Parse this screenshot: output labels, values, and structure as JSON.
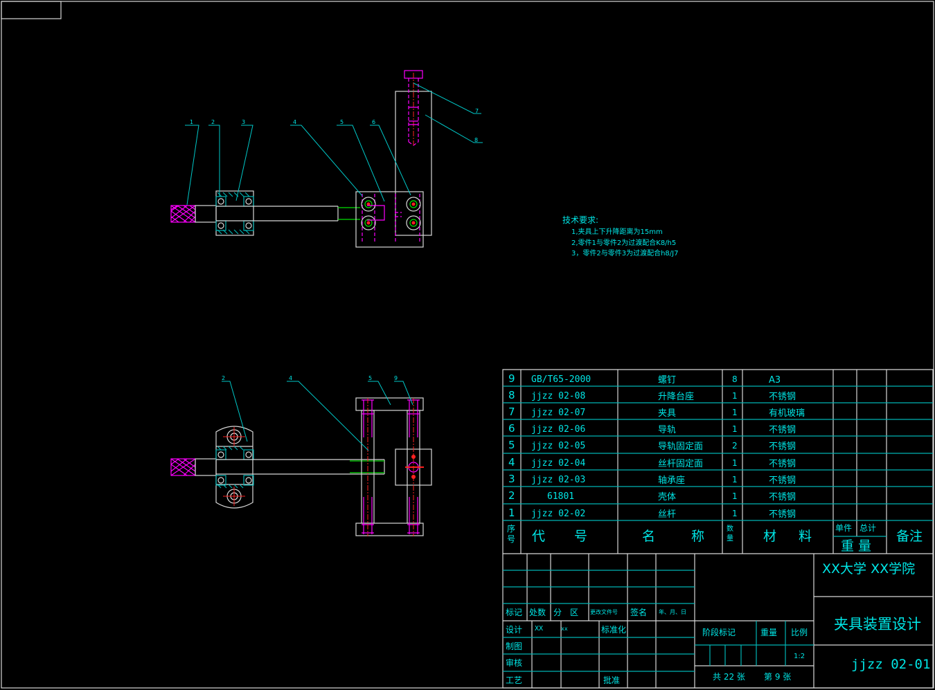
{
  "tech_requirements": {
    "title": "技术要求:",
    "items": [
      "1,夹具上下升降距离为15mm",
      "2,零件1与零件2为过渡配合K8/h5",
      "3，零件2与零件3为过渡配合h8/J7"
    ]
  },
  "balloons_top": [
    "1",
    "2",
    "3",
    "4",
    "5",
    "6",
    "7",
    "8"
  ],
  "balloons_bottom": [
    "2",
    "4",
    "5",
    "9"
  ],
  "parts_list": {
    "rows": [
      {
        "no": "9",
        "code": "GB/T65-2000",
        "name": "螺钉",
        "qty": "8",
        "material": "A3"
      },
      {
        "no": "8",
        "code": "jjzz 02-08",
        "name": "升降台座",
        "qty": "1",
        "material": "不锈钢"
      },
      {
        "no": "7",
        "code": "jjzz 02-07",
        "name": "夹具",
        "qty": "1",
        "material": "有机玻璃"
      },
      {
        "no": "6",
        "code": "jjzz 02-06",
        "name": "导轨",
        "qty": "1",
        "material": "不锈钢"
      },
      {
        "no": "5",
        "code": "jjzz 02-05",
        "name": "导轨固定面",
        "qty": "2",
        "material": "不锈钢"
      },
      {
        "no": "4",
        "code": "jjzz 02-04",
        "name": "丝杆固定面",
        "qty": "1",
        "material": "不锈钢"
      },
      {
        "no": "3",
        "code": "jjzz 02-03",
        "name": "轴承座",
        "qty": "1",
        "material": "不锈钢"
      },
      {
        "no": "2",
        "code": "61801",
        "name": "壳体",
        "qty": "1",
        "material": "不锈钢"
      },
      {
        "no": "1",
        "code": "jjzz 02-02",
        "name": "丝杆",
        "qty": "1",
        "material": "不锈钢"
      }
    ],
    "header": {
      "no_1": "序",
      "no_2": "号",
      "code": "代　　号",
      "name": "名　　称",
      "qty_1": "数",
      "qty_2": "量",
      "material": "材　料",
      "unit": "单件",
      "total": "总计",
      "weight": "重 量",
      "remark": "备注"
    }
  },
  "title_block": {
    "rev_headers": [
      "标记",
      "处数",
      "分　区",
      "更改文件号",
      "签名",
      "年、月、日"
    ],
    "roles": [
      "设计",
      "制图",
      "审核",
      "工艺"
    ],
    "designer": "XX",
    "designer2": "xx",
    "standardize": "标准化",
    "approve": "批准",
    "stage_mark": "阶段标记",
    "weight": "重量",
    "scale_label": "比例",
    "scale": "1:2",
    "sheets_total": "共 22 张",
    "sheet_no": "第 9 张",
    "school": "XX大学 XX学院",
    "drawing_title": "夹具装置设计",
    "drawing_no": "jjzz 02-01"
  }
}
